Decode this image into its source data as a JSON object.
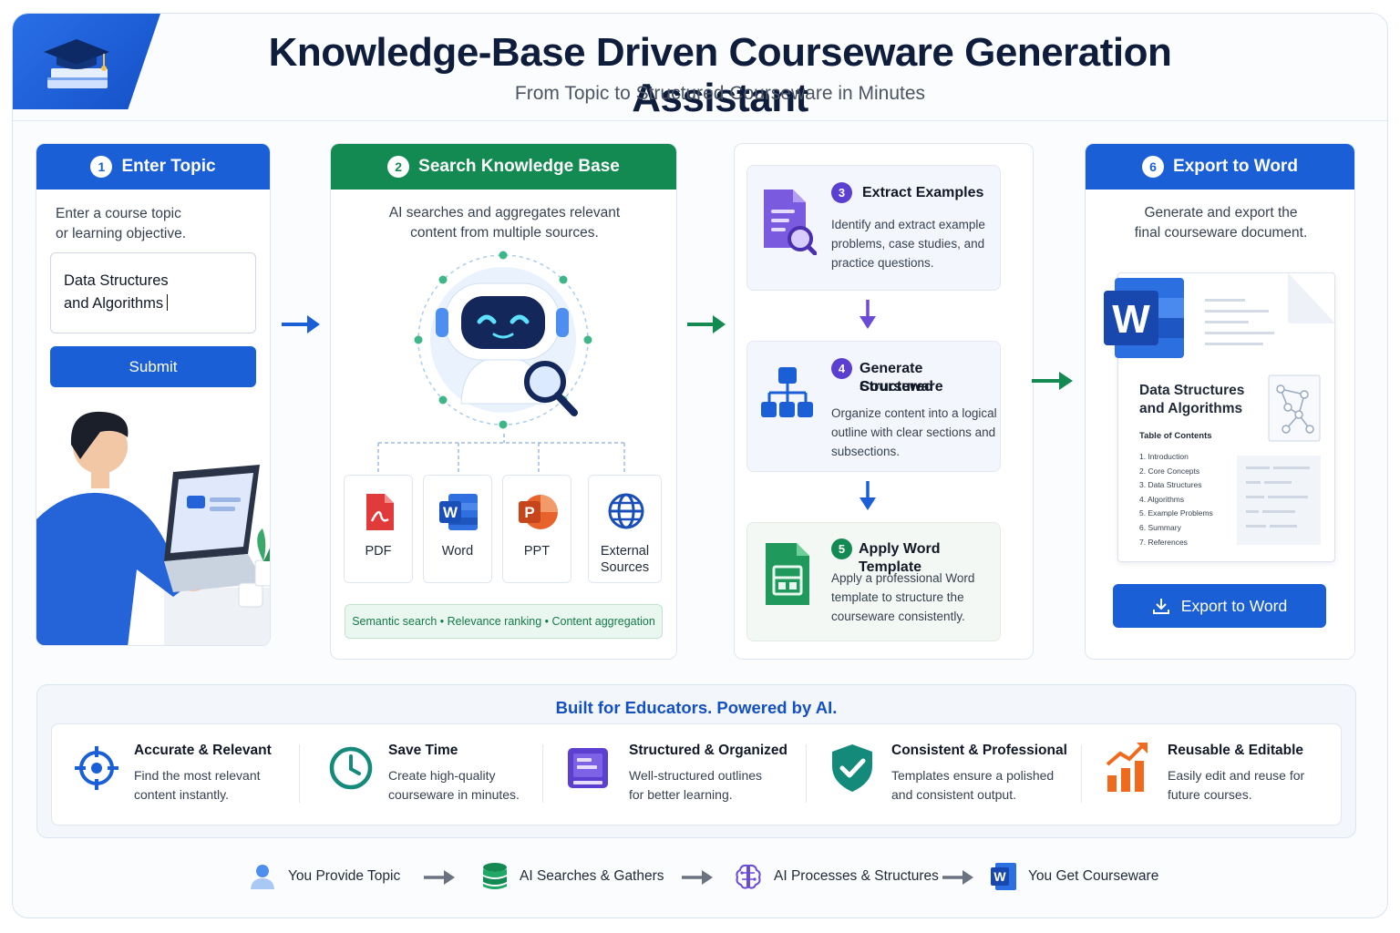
{
  "header": {
    "title": "Knowledge-Base Driven Courseware Generation Assistant",
    "subtitle": "From Topic to Structured Courseware in Minutes"
  },
  "step1": {
    "number": "1",
    "title": "Enter Topic",
    "desc_line1": "Enter a course topic",
    "desc_line2": "or learning objective.",
    "input_line1": "Data Structures",
    "input_line2": "and Algorithms",
    "submit_label": "Submit"
  },
  "step2": {
    "number": "2",
    "title": "Search Knowledge Base",
    "desc_line1": "AI searches and aggregates relevant",
    "desc_line2": "content from multiple sources.",
    "sources": [
      {
        "label": "PDF"
      },
      {
        "label": "Word"
      },
      {
        "label": "PPT"
      },
      {
        "label_line1": "External",
        "label_line2": "Sources"
      }
    ],
    "tagline": "Semantic search • Relevance ranking • Content aggregation"
  },
  "step3": {
    "number": "3",
    "title": "Extract Examples",
    "desc_line1": "Identify and extract example",
    "desc_line2": "problems, case studies, and",
    "desc_line3": "practice questions."
  },
  "step4": {
    "number": "4",
    "title_line1": "Generate Structured",
    "title_line2": "Courseware",
    "desc_line1": "Organize content into a logical",
    "desc_line2": "outline with clear sections and",
    "desc_line3": "subsections."
  },
  "step5": {
    "number": "5",
    "title": "Apply Word Template",
    "desc_line1": "Apply a professional Word",
    "desc_line2": "template to structure the",
    "desc_line3": "courseware consistently."
  },
  "step6": {
    "number": "6",
    "title": "Export to Word",
    "desc_line1": "Generate and export the",
    "desc_line2": "final courseware document.",
    "doc_title_line1": "Data Structures",
    "doc_title_line2": "and Algorithms",
    "toc_heading": "Table of Contents",
    "toc": [
      "1. Introduction",
      "2. Core Concepts",
      "3. Data Structures",
      "4. Algorithms",
      "5. Example Problems",
      "6. Summary",
      "7. References"
    ],
    "export_label": "Export to Word"
  },
  "benefits": {
    "title": "Built for Educators. Powered by AI.",
    "items": [
      {
        "title": "Accurate & Relevant",
        "line1": "Find the most relevant",
        "line2": "content instantly.",
        "icon": "target-icon",
        "color": "#1a5fd6"
      },
      {
        "title": "Save Time",
        "line1": "Create high-quality",
        "line2": "courseware in minutes.",
        "icon": "clock-icon",
        "color": "#148a7a"
      },
      {
        "title": "Structured & Organized",
        "line1": "Well-structured outlines",
        "line2": "for better learning.",
        "icon": "book-icon",
        "color": "#5b3fd0"
      },
      {
        "title": "Consistent & Professional",
        "line1": "Templates ensure a polished",
        "line2": "and consistent output.",
        "icon": "shield-check-icon",
        "color": "#148a7a"
      },
      {
        "title": "Reusable & Editable",
        "line1": "Easily edit and reuse for",
        "line2": "future courses.",
        "icon": "growth-chart-icon",
        "color": "#f06a1e"
      }
    ]
  },
  "flow": [
    {
      "label": "You Provide Topic",
      "icon": "user-icon"
    },
    {
      "label": "AI Searches & Gathers",
      "icon": "database-icon"
    },
    {
      "label": "AI Processes & Structures",
      "icon": "brain-icon"
    },
    {
      "label": "You Get Courseware",
      "icon": "word-icon"
    }
  ],
  "colors": {
    "primary_blue": "#1a5fd6",
    "green": "#148a53",
    "purple": "#5b3fd0",
    "dark_title": "#0f1d3d"
  }
}
